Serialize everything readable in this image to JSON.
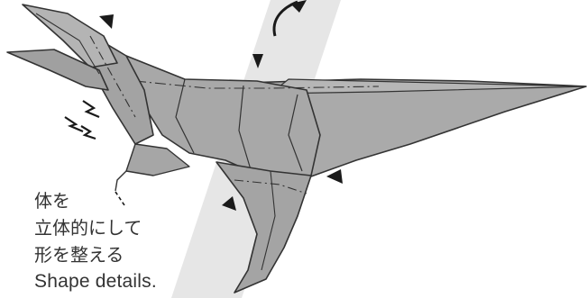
{
  "caption": {
    "jp_line1": "体を",
    "jp_line2": "立体的にして",
    "jp_line3": "形を整える",
    "en": "Shape details."
  },
  "colors": {
    "paper": "#a9a9a9",
    "paper_light": "#b7b7b7",
    "paper_dark": "#8d8d8d",
    "stroke": "#333333",
    "band": "#e6e6e6",
    "arrow": "#1a1a1a"
  },
  "icons": [
    "curved-arrow-icon",
    "push-arrow-icon",
    "motion-lines-icon",
    "pointer-arrow-icon"
  ]
}
